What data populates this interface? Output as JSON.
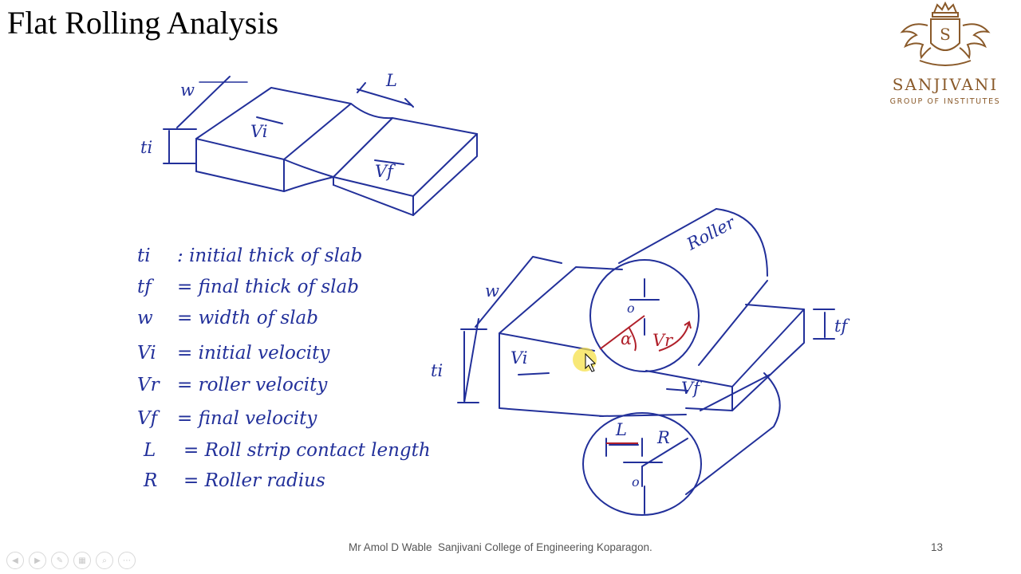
{
  "slide": {
    "title": "Flat Rolling Analysis",
    "footer": "Mr Amol D Wable  Sanjivani College of Engineering Koparagon.",
    "page_number": "13"
  },
  "logo": {
    "name": "SANJIVANI",
    "subtitle": "GROUP OF INSTITUTES",
    "emblem_letter": "S",
    "color": "#8a5a2a"
  },
  "diagram_labels": {
    "top": {
      "w": "w",
      "L": "L",
      "ti": "ti",
      "vi": "Vi",
      "vf": "Vf"
    },
    "bottom": {
      "w": "w",
      "ti": "ti",
      "tf": "tf",
      "roller": "Roller",
      "o_top": "o",
      "alpha": "α",
      "vr": "Vr",
      "vi": "Vi",
      "vf": "Vf",
      "L": "L",
      "R": "R",
      "o_bottom": "o"
    }
  },
  "legend": [
    {
      "symbol": "ti",
      "sep": ":",
      "text": "initial thick of slab"
    },
    {
      "symbol": "tf",
      "sep": "=",
      "text": "final thick of slab"
    },
    {
      "symbol": "w",
      "sep": "=",
      "text": "width of slab"
    },
    {
      "symbol": "Vi",
      "sep": "=",
      "text": "initial velocity"
    },
    {
      "symbol": "Vr",
      "sep": "=",
      "text": "roller velocity"
    },
    {
      "symbol": "Vf",
      "sep": "=",
      "text": "final velocity"
    },
    {
      "symbol": "L",
      "sep": "=",
      "text": "Roll strip contact length"
    },
    {
      "symbol": "R",
      "sep": "=",
      "text": "Roller radius"
    }
  ],
  "colors": {
    "ink": "#22309a",
    "annotation": "#b0202a",
    "pointer": "#f6e04a"
  },
  "toolbar": {
    "icons": [
      "previous-icon",
      "next-icon",
      "pen-icon",
      "slides-icon",
      "zoom-icon",
      "more-icon"
    ]
  }
}
